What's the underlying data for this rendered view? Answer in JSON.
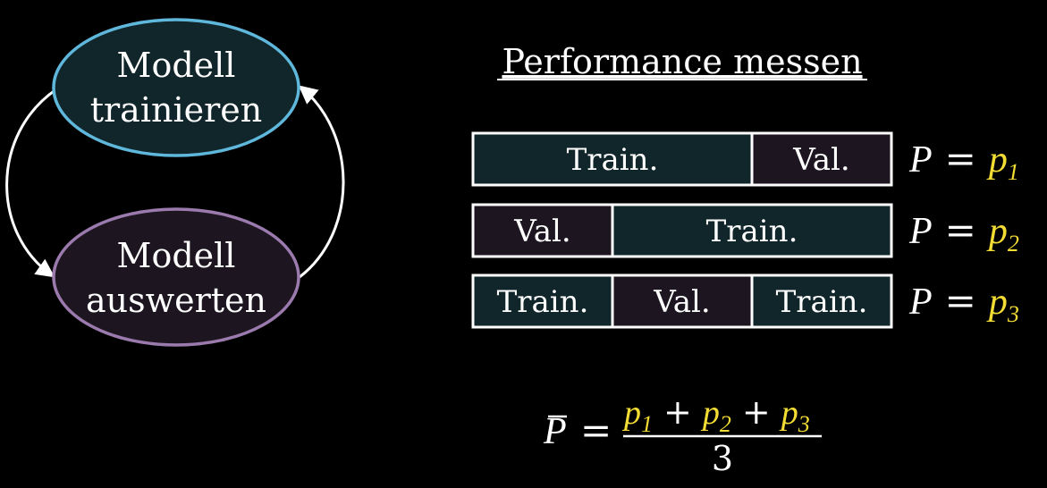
{
  "colors": {
    "background": "#000000",
    "text": "#ffffff",
    "train_fill": "#11262b",
    "val_fill": "#1d1620",
    "segment_border": "#ffffff",
    "train_node_stroke": "#5fb8dc",
    "train_node_fill": "#11262b",
    "eval_node_stroke": "#9b7aae",
    "eval_node_fill": "#1d1620",
    "highlight": "#f3dc33"
  },
  "cycle": {
    "train_node": {
      "line1": "Modell",
      "line2": "trainieren"
    },
    "eval_node": {
      "line1": "Modell",
      "line2": "auswerten"
    }
  },
  "title": "Performance messen",
  "folds": [
    {
      "segments": [
        {
          "label": "Train.",
          "kind": "train",
          "span": 2
        },
        {
          "label": "Val.",
          "kind": "val",
          "span": 1
        }
      ],
      "result": {
        "lhs": "P",
        "eq": "=",
        "var": "p",
        "sub": "1"
      }
    },
    {
      "segments": [
        {
          "label": "Val.",
          "kind": "val",
          "span": 1
        },
        {
          "label": "Train.",
          "kind": "train",
          "span": 2
        }
      ],
      "result": {
        "lhs": "P",
        "eq": "=",
        "var": "p",
        "sub": "2"
      }
    },
    {
      "segments": [
        {
          "label": "Train.",
          "kind": "train",
          "span": 1
        },
        {
          "label": "Val.",
          "kind": "val",
          "span": 1
        },
        {
          "label": "Train.",
          "kind": "train",
          "span": 1
        }
      ],
      "result": {
        "lhs": "P",
        "eq": "=",
        "var": "p",
        "sub": "3"
      }
    }
  ],
  "average": {
    "lhs": "P",
    "eq": "=",
    "terms": [
      {
        "var": "p",
        "sub": "1"
      },
      {
        "var": "p",
        "sub": "2"
      },
      {
        "var": "p",
        "sub": "3"
      }
    ],
    "plus": "+",
    "denominator": "3"
  }
}
